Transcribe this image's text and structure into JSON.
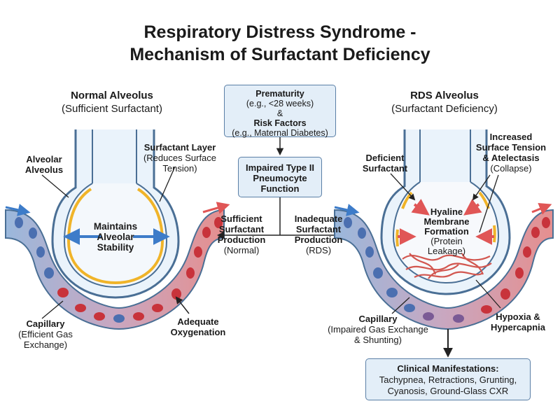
{
  "title": {
    "line1": "Respiratory Distress Syndrome -",
    "line2": "Mechanism of Surfactant Deficiency"
  },
  "left": {
    "header": "Normal Alveolus",
    "subheader": "(Sufficient Surfactant)",
    "alveolar_label": [
      "Alveolar",
      "Alveolus"
    ],
    "surfactant_layer": [
      "Surfactant Layer",
      "(Reduces Surface",
      "Tension)"
    ],
    "stability": [
      "Maintains",
      "Alveolar",
      "Stability"
    ],
    "capillary": [
      "Capillary",
      "(Efficient Gas",
      "Exchange)"
    ],
    "oxygenation": [
      "Adequate",
      "Oxygenation"
    ]
  },
  "center": {
    "risk_box": {
      "line1": "Prematurity",
      "line2": "(e.g., <28 weeks)",
      "line3": "&",
      "line4": "Risk Factors",
      "line5": "(e.g., Maternal Diabetes)"
    },
    "impaired_box": [
      "Impaired Type II",
      "Pneumocyte",
      "Function"
    ],
    "sufficient": [
      "Sufficient",
      "Surfactant",
      "Production",
      "(Normal)"
    ],
    "inadequate": [
      "Inadequate",
      "Surfactant",
      "Production",
      "(RDS)"
    ]
  },
  "right": {
    "header": "RDS Alveolus",
    "subheader": "(Surfactant Deficiency)",
    "deficient": [
      "Deficient",
      "Surfactant"
    ],
    "tension": [
      "Increased",
      "Surface Tension",
      "& Atelectasis",
      "(Collapse)"
    ],
    "hyaline": [
      "Hyaline",
      "Membrane",
      "Formation",
      "(Protein",
      "Leakage)"
    ],
    "capillary": [
      "Capillary",
      "(Impaired Gas Exchange",
      "& Shunting)"
    ],
    "hypoxia": [
      "Hypoxia &",
      "Hypercapnia"
    ],
    "clinical_box": {
      "title": "Clinical Manifestations:",
      "line1": "Tachypnea, Retractions, Grunting,",
      "line2": "Cyanosis, Ground-Glass CXR"
    }
  },
  "colors": {
    "alveolus_fill": "#eaf3fb",
    "alveolus_stroke": "#4a6f95",
    "surfactant": "#f0b429",
    "vessel_red": "#e28a8a",
    "vessel_blue": "#8fb0d6",
    "rbc_red": "#c8333b",
    "rbc_blue": "#4b6fb0",
    "box_fill": "#e3eef8",
    "box_stroke": "#5a7fa6"
  }
}
